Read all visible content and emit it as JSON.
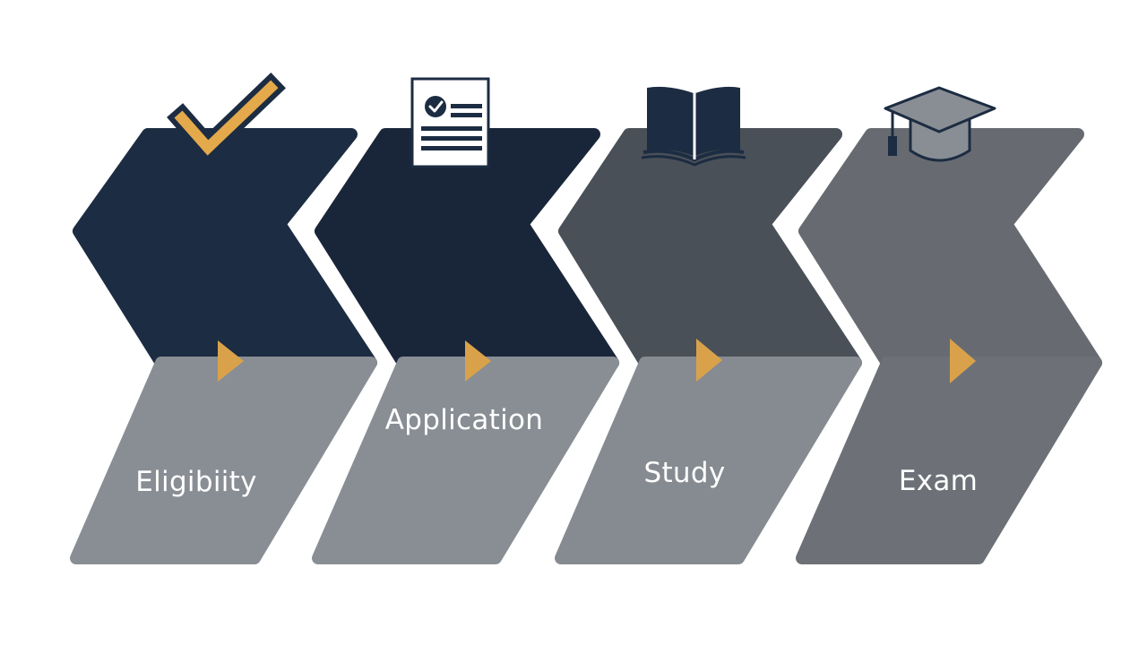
{
  "diagram": {
    "colors": {
      "background": "#ffffff",
      "accent": "#d9a24a",
      "label_text": "#ffffff"
    },
    "steps": [
      {
        "label": "Eligibiity",
        "icon": "checkmark-icon",
        "top_color": "#1c2c42",
        "bottom_color": "#898e94"
      },
      {
        "label": "Application",
        "icon": "document-icon",
        "top_color": "#19263a",
        "bottom_color": "#898e94"
      },
      {
        "label": "Study",
        "icon": "open-book-icon",
        "top_color": "#4a5058",
        "bottom_color": "#868b91"
      },
      {
        "label": "Exam",
        "icon": "graduation-cap-icon",
        "top_color": "#676b71",
        "bottom_color": "#6d7177"
      }
    ]
  }
}
